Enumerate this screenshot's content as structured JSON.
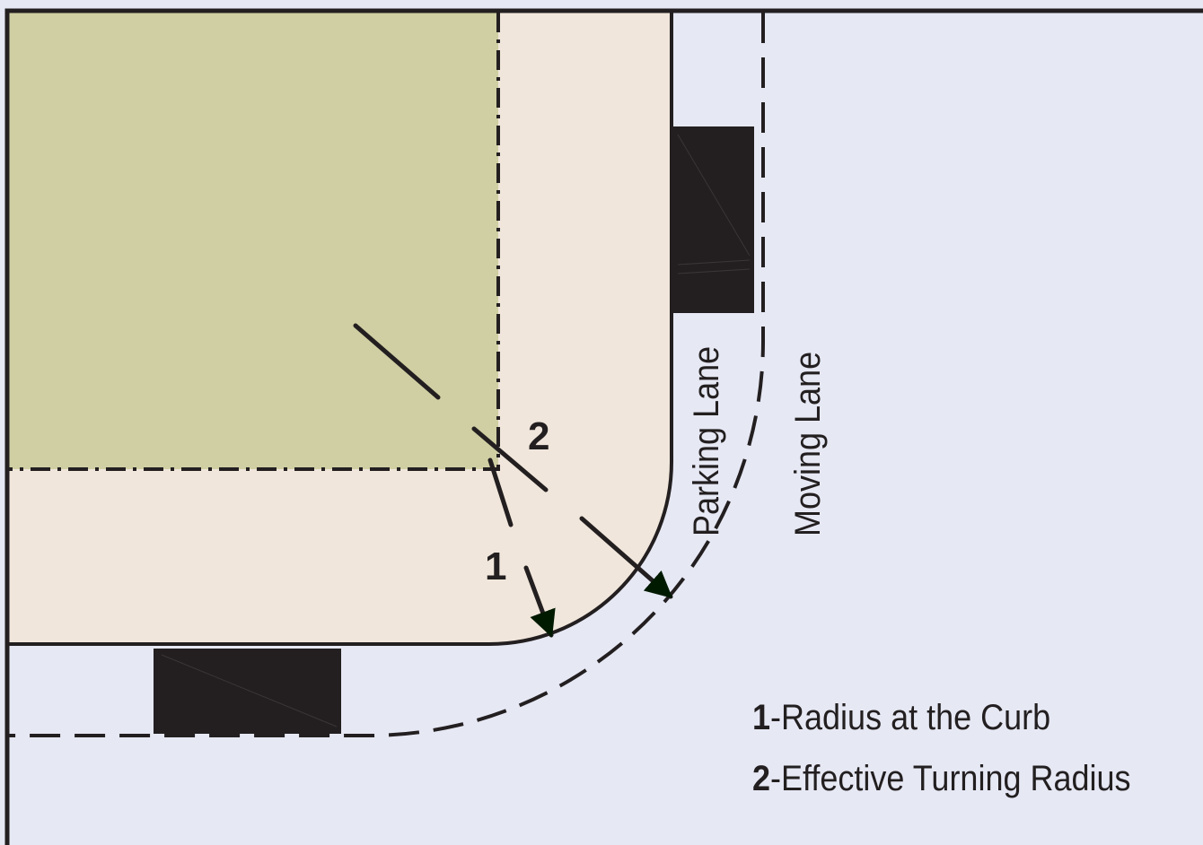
{
  "labels": {
    "parking_lane": "Parking Lane",
    "moving_lane": "Moving Lane",
    "marker_1": "1",
    "marker_2": "2"
  },
  "legend": [
    {
      "number": "1",
      "text": "-Radius at the Curb"
    },
    {
      "number": "2",
      "text": "-Effective Turning Radius"
    }
  ],
  "colors": {
    "road": "#e6e8f4",
    "sidewalk": "#f0e6db",
    "property": "#cfcfa3",
    "ink": "#231f20"
  }
}
